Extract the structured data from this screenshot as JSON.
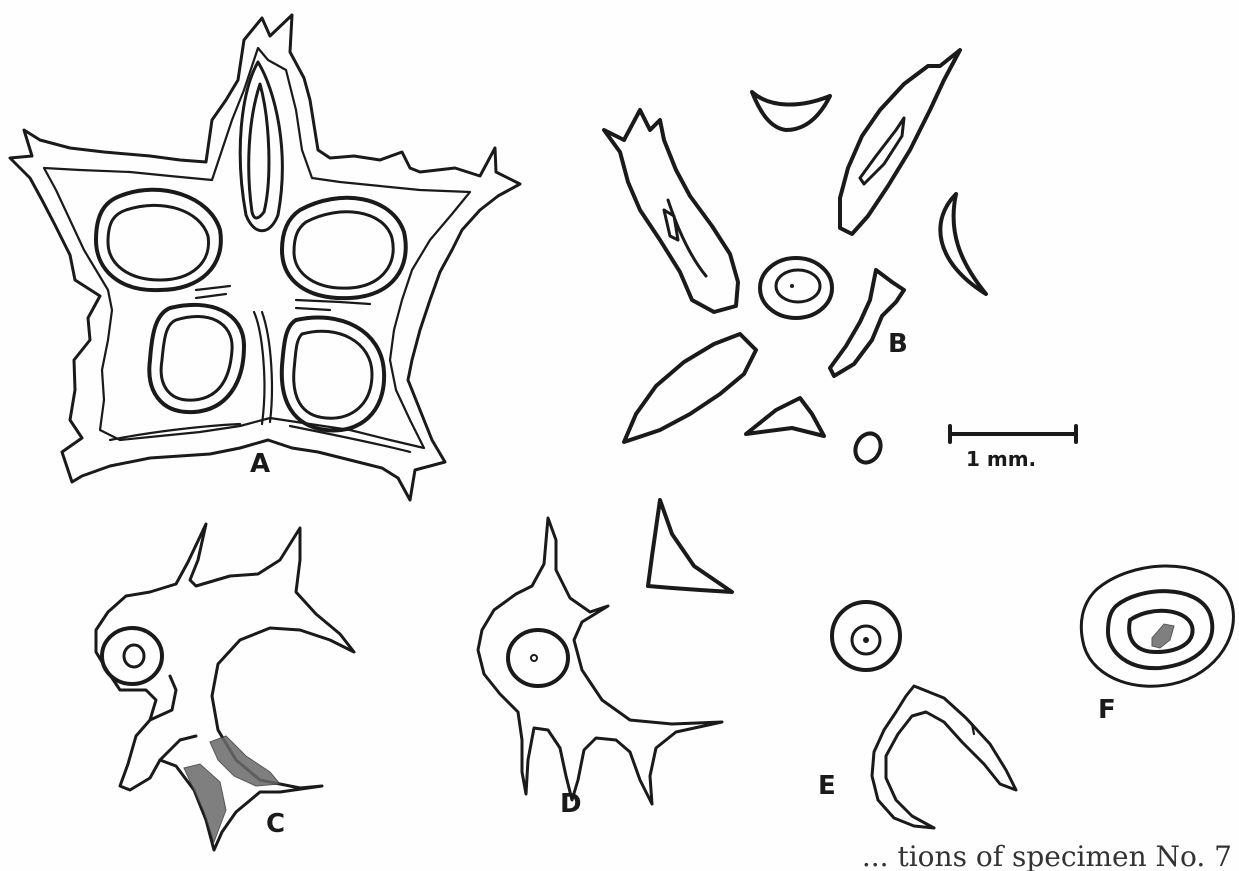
{
  "panels": [
    {
      "id": "A",
      "label": "A"
    },
    {
      "id": "B",
      "label": "B"
    },
    {
      "id": "C",
      "label": "C"
    },
    {
      "id": "D",
      "label": "D"
    },
    {
      "id": "E",
      "label": "E"
    },
    {
      "id": "F",
      "label": "F"
    }
  ],
  "scale_bar": {
    "label": "1 mm."
  },
  "caption_fragment": "... tions of specimen No. 7"
}
